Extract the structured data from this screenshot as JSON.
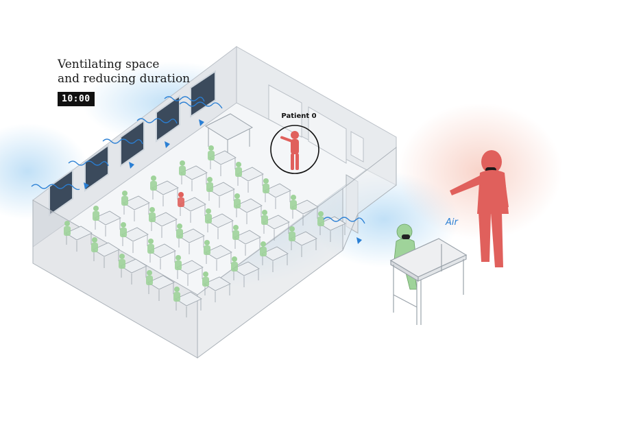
{
  "title": {
    "line1": "Ventilating space",
    "line2": "and reducing duration"
  },
  "timer": {
    "value": "10:00"
  },
  "labels": {
    "patient": "Patient 0",
    "air": "Air"
  },
  "colors": {
    "infected": "#e0605c",
    "healthy": "#9fd39a",
    "air": "#2a7fd4",
    "timer_bg": "#111111",
    "furniture": "#e8eaed"
  }
}
